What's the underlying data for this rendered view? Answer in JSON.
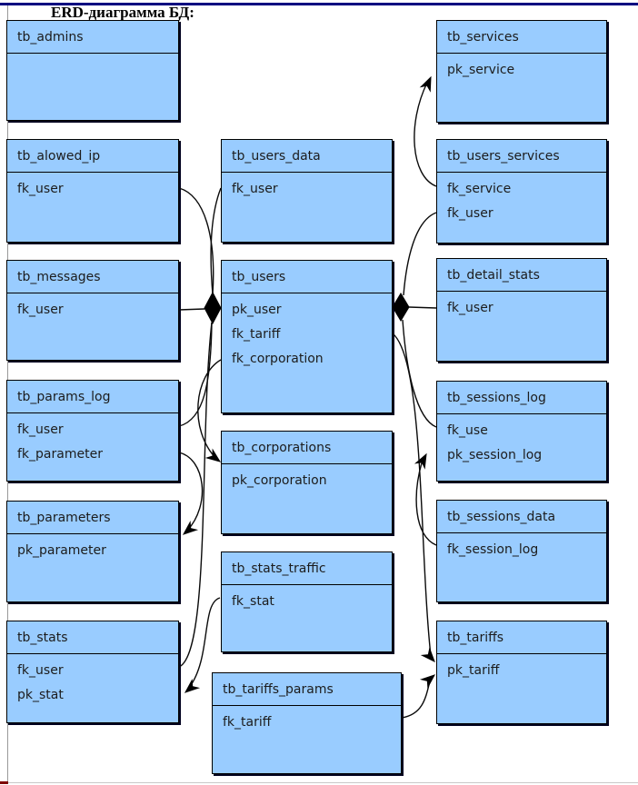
{
  "page": {
    "title": "ERD-диаграмма БД:"
  },
  "colors": {
    "table_fill": "#99CCFF",
    "table_border": "#000000",
    "top_rule": "#000080",
    "left_rule": "#9a9a9a",
    "bottom_mark": "#7d0000",
    "connector": "#000000"
  },
  "tables": [
    {
      "name": "tb_admins",
      "fields": []
    },
    {
      "name": "tb_alowed_ip",
      "fields": [
        "fk_user"
      ]
    },
    {
      "name": "tb_messages",
      "fields": [
        "fk_user"
      ]
    },
    {
      "name": "tb_params_log",
      "fields": [
        "fk_user",
        "fk_parameter"
      ]
    },
    {
      "name": "tb_parameters",
      "fields": [
        "pk_parameter"
      ]
    },
    {
      "name": "tb_stats",
      "fields": [
        "fk_user",
        "pk_stat"
      ]
    },
    {
      "name": "tb_users_data",
      "fields": [
        "fk_user"
      ]
    },
    {
      "name": "tb_users",
      "fields": [
        "pk_user",
        "fk_tariff",
        "fk_corporation"
      ]
    },
    {
      "name": "tb_corporations",
      "fields": [
        "pk_corporation"
      ]
    },
    {
      "name": "tb_stats_traffic",
      "fields": [
        "fk_stat"
      ]
    },
    {
      "name": "tb_tariffs_params",
      "fields": [
        "fk_tariff"
      ]
    },
    {
      "name": "tb_services",
      "fields": [
        "pk_service"
      ]
    },
    {
      "name": "tb_users_services",
      "fields": [
        "fk_service",
        "fk_user"
      ]
    },
    {
      "name": "tb_detail_stats",
      "fields": [
        "fk_user"
      ]
    },
    {
      "name": "tb_sessions_log",
      "fields": [
        "fk_use",
        "pk_session_log"
      ]
    },
    {
      "name": "tb_sessions_data",
      "fields": [
        "fk_session_log"
      ]
    },
    {
      "name": "tb_tariffs",
      "fields": [
        "pk_tariff"
      ]
    }
  ],
  "relations": [
    {
      "from": "tb_alowed_ip.fk_user",
      "to": "tb_users.pk_user",
      "terminal": "diamond-left"
    },
    {
      "from": "tb_messages.fk_user",
      "to": "tb_users.pk_user",
      "terminal": "diamond-left"
    },
    {
      "from": "tb_params_log.fk_user",
      "to": "tb_users.pk_user",
      "terminal": "diamond-left"
    },
    {
      "from": "tb_stats.fk_user",
      "to": "tb_users.pk_user",
      "terminal": "diamond-left"
    },
    {
      "from": "tb_users_data.fk_user",
      "to": "tb_users.pk_user",
      "terminal": "diamond-left"
    },
    {
      "from": "tb_users_services.fk_user",
      "to": "tb_users.pk_user",
      "terminal": "diamond-right"
    },
    {
      "from": "tb_detail_stats.fk_user",
      "to": "tb_users.pk_user",
      "terminal": "diamond-right"
    },
    {
      "from": "tb_sessions_log.fk_use",
      "to": "tb_users.pk_user",
      "terminal": "diamond-right"
    },
    {
      "from": "tb_users.fk_corporation",
      "to": "tb_corporations.pk_corporation",
      "terminal": "arrow"
    },
    {
      "from": "tb_params_log.fk_parameter",
      "to": "tb_parameters.pk_parameter",
      "terminal": "arrow"
    },
    {
      "from": "tb_stats_traffic.fk_stat",
      "to": "tb_stats.pk_stat",
      "terminal": "arrow"
    },
    {
      "from": "tb_users.fk_tariff",
      "to": "tb_tariffs.pk_tariff",
      "terminal": "arrow"
    },
    {
      "from": "tb_tariffs_params.fk_tariff",
      "to": "tb_tariffs.pk_tariff",
      "terminal": "arrow"
    },
    {
      "from": "tb_users_services.fk_service",
      "to": "tb_services.pk_service",
      "terminal": "arrow"
    },
    {
      "from": "tb_sessions_data.fk_session_log",
      "to": "tb_sessions_log.pk_session_log",
      "terminal": "arrow"
    }
  ]
}
